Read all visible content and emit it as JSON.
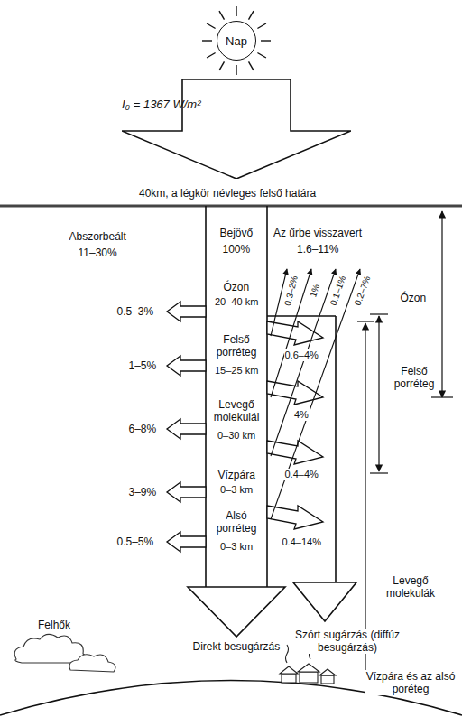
{
  "diagram": {
    "nodes": [
      {
        "text": [
          "Nap"
        ]
      },
      {
        "text": [
          "I₀ = 1367 W/m²"
        ]
      }
    ],
    "labels": [
      "40km, a légkör névleges felső határa",
      "Abszorbeált",
      "11–30%",
      "Bejövő",
      "100%",
      "Az űrbe visszavert",
      "1.6–11%",
      "Ózon",
      "20–40 km",
      "Felső porréteg",
      "15–25 km",
      "Levegő molekulái",
      "0–30 km",
      "Vízpára",
      "0–3 km",
      "Alsó porréteg",
      "0–3 km",
      "0.5–3%",
      "1–5%",
      "6–8%",
      "3–9%",
      "0.5–5%",
      "0.3–2%",
      "1%",
      "0.1–1%",
      "0.2–7%",
      "0.6–4%",
      "4%",
      "0.4–4%",
      "0.4–14%",
      "Direkt besugárzás",
      "Szórt sugárzás (diffúz besugárzás)",
      "Felhők",
      "Ózon",
      "Felső porréteg",
      "Levegő molekulák",
      "Vízpára és az alsó poréteg"
    ]
  }
}
